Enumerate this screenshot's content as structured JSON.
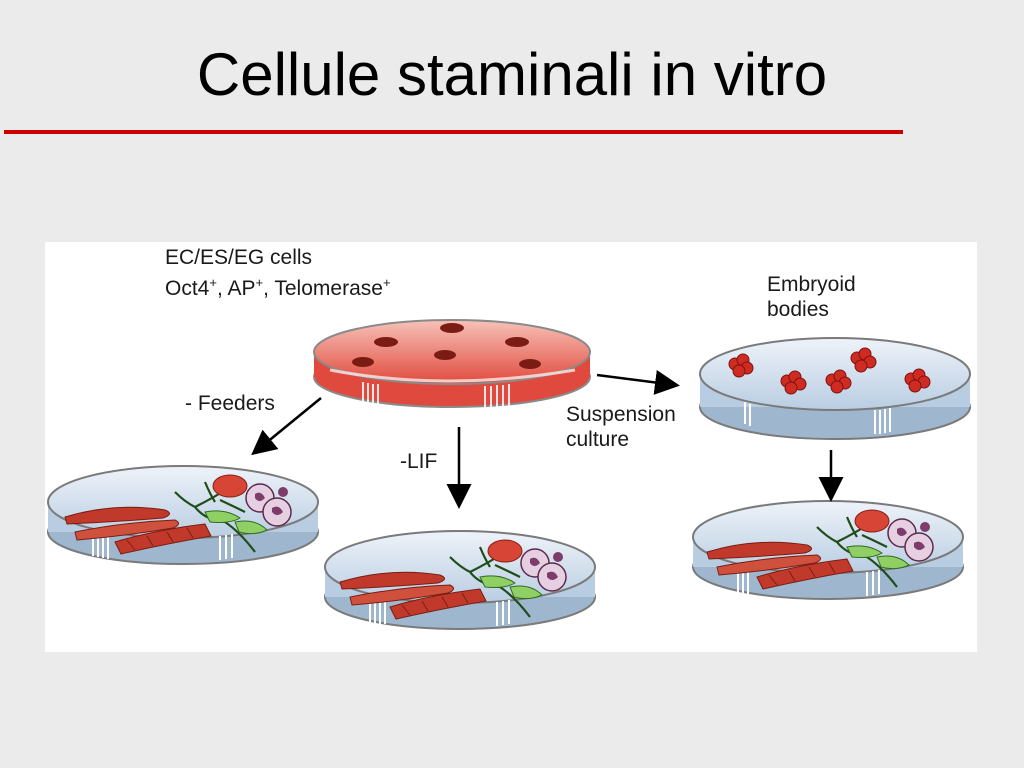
{
  "slide": {
    "title": "Cellule staminali in vitro",
    "accent_color": "#cc0000"
  },
  "figure": {
    "source_cells": {
      "line1": "EC/ES/EG cells",
      "marker1": "Oct4",
      "marker1_sign": "+",
      "marker2": "AP",
      "marker2_sign": "+",
      "marker3": "Telomerase",
      "marker3_sign": "+"
    },
    "arrows": {
      "feeders": "- Feeders",
      "lif": "-LIF",
      "suspension_line1": "Suspension",
      "suspension_line2": "culture"
    },
    "embryoid": {
      "line1": "Embryoid",
      "line2": "bodies"
    },
    "colors": {
      "dish_red": "#e8554a",
      "dish_blue": "#c9d9ea",
      "cell_red": "#c0392b",
      "cell_green": "#4e9a3a",
      "cell_purple": "#7d3c6b"
    }
  }
}
